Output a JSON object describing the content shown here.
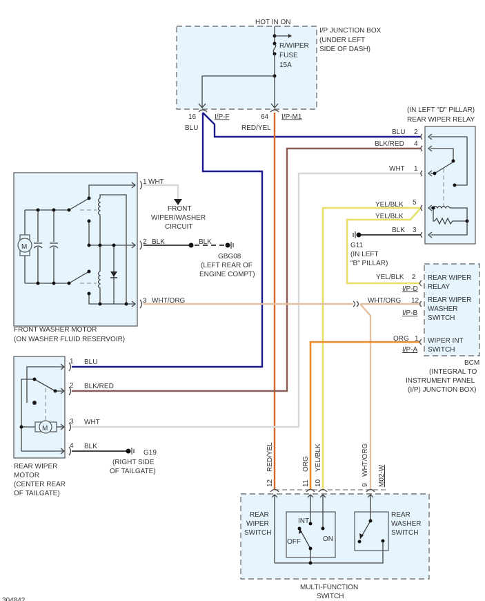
{
  "colors": {
    "blu": "#1a1a8c",
    "blk_red": "#8b5a54",
    "wht": "#d8d8d8",
    "yel_blk": "#e6e06a",
    "blk": "#444444",
    "red_yel": "#d2692a",
    "org": "#e88a2e",
    "wht_org": "#e4bfa0",
    "box_fill": "#e6f4fd"
  },
  "junction_box": {
    "hot_label": "HOT IN ON",
    "title_lines": [
      "I/P JUNCTION BOX",
      "(UNDER LEFT",
      "SIDE OF DASH)"
    ],
    "fuse_lines": [
      "R/WIPER",
      "FUSE",
      "15A"
    ],
    "pin_16": "16",
    "pin_16_wire": "BLU",
    "pin_16_conn": "I/P-F",
    "pin_64": "64",
    "pin_64_wire": "RED/YEL",
    "pin_64_conn": "I/P-M1"
  },
  "rear_wiper_relay": {
    "title_lines": [
      "(IN LEFT \"D\" PILLAR)",
      "REAR WIPER RELAY"
    ],
    "pins": [
      {
        "num": "2",
        "wire": "BLU"
      },
      {
        "num": "4",
        "wire": "BLK/RED"
      },
      {
        "num": "1",
        "wire": "WHT"
      },
      {
        "num": "5",
        "wire": "YEL/BLK"
      },
      {
        "num": "3",
        "wire": "BLK"
      }
    ],
    "branch_wire": "YEL/BLK"
  },
  "ground_g11": {
    "name": "G11",
    "location_lines": [
      "(IN LEFT",
      "\"B\" PILLAR)"
    ]
  },
  "front_washer_motor": {
    "title_lines": [
      "FRONT WASHER MOTOR",
      "(ON WASHER FLUID RESERVOIR)"
    ],
    "motor_symbol": "M",
    "pins": [
      {
        "num": "1",
        "wire": "WHT"
      },
      {
        "num": "2",
        "wire": "BLK"
      },
      {
        "num": "3",
        "wire": "WHT/ORG"
      }
    ],
    "front_circuit_lines": [
      "FRONT",
      "WIPER/WASHER",
      "CIRCUIT"
    ],
    "ground_wire": "BLK",
    "ground_name": "GBG08",
    "ground_location_lines": [
      "(LEFT REAR OF",
      "ENGINE COMPT)"
    ]
  },
  "bcm": {
    "title_lines": [
      "BCM",
      "(INTEGRAL TO",
      "INSTRUMENT PANEL",
      "(I/P) JUNCTION BOX)"
    ],
    "pins": [
      {
        "num": "2",
        "wire": "YEL/BLK",
        "conn": "I/P-D",
        "func_lines": [
          "REAR WIPER",
          "RELAY"
        ]
      },
      {
        "num": "12",
        "wire": "WHT/ORG",
        "conn": "I/P-B",
        "func_lines": [
          "REAR WIPER",
          "WASHER",
          "SWITCH"
        ]
      },
      {
        "num": "1",
        "wire": "ORG",
        "conn": "I/P-A",
        "func_lines": [
          "WIPER INT",
          "SWITCH"
        ]
      }
    ]
  },
  "rear_wiper_motor": {
    "title_lines": [
      "REAR WIPER",
      "MOTOR",
      "(CENTER REAR",
      "OF TAILGATE)"
    ],
    "motor_symbol": "M",
    "pins": [
      {
        "num": "1",
        "wire": "BLU"
      },
      {
        "num": "2",
        "wire": "BLK/RED"
      },
      {
        "num": "3",
        "wire": "WHT"
      },
      {
        "num": "4",
        "wire": "BLK"
      }
    ],
    "ground_name": "G19",
    "ground_location_lines": [
      "(RIGHT SIDE",
      "OF TAILGATE)"
    ]
  },
  "multi_function_switch": {
    "title_lines": [
      "MULTI-FUNCTION",
      "SWITCH"
    ],
    "connector": "M02-W",
    "pins": [
      {
        "num": "12",
        "wire": "RED/YEL"
      },
      {
        "num": "11",
        "wire": "ORG"
      },
      {
        "num": "10",
        "wire": "YEL/BLK"
      },
      {
        "num": "9",
        "wire": "WHT/ORG"
      }
    ],
    "wiper_switch_lines": [
      "REAR",
      "WIPER",
      "SWITCH"
    ],
    "washer_switch_lines": [
      "REAR",
      "WASHER",
      "SWITCH"
    ],
    "pos_int": "INT",
    "pos_off": "OFF",
    "pos_on": "ON"
  },
  "figure_id": "304842"
}
